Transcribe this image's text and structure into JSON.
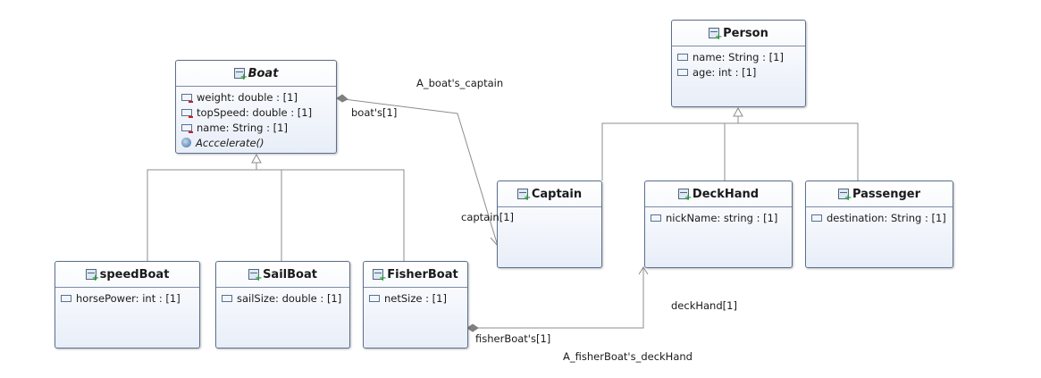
{
  "classes": {
    "boat": {
      "name": "Boat",
      "attributes": [
        "weight: double :  [1]",
        "topSpeed: double :  [1]",
        "name: String :  [1]"
      ],
      "operations": [
        "Acccelerate()"
      ]
    },
    "person": {
      "name": "Person",
      "attributes": [
        "name: String :  [1]",
        "age: int :  [1]"
      ]
    },
    "captain": {
      "name": "Captain"
    },
    "deckhand": {
      "name": "DeckHand",
      "attributes": [
        "nickName: string :  [1]"
      ]
    },
    "passenger": {
      "name": "Passenger",
      "attributes": [
        "destination: String :  [1]"
      ]
    },
    "speedboat": {
      "name": "speedBoat",
      "attributes": [
        "horsePower: int :  [1]"
      ]
    },
    "sailboat": {
      "name": "SailBoat",
      "attributes": [
        "sailSize: double :  [1]"
      ]
    },
    "fisherboat": {
      "name": "FisherBoat",
      "attributes": [
        "netSize :  [1]"
      ]
    }
  },
  "associations": {
    "boat_captain": {
      "name": "A_boat's_captain",
      "source_end": "boat's[1]",
      "target_end": "captain[1]"
    },
    "fisherboat_deckhand": {
      "name": "A_fisherBoat's_deckHand",
      "source_end": "fisherBoat's[1]",
      "target_end": "deckHand[1]"
    }
  },
  "icons": {
    "class": "class-icon",
    "attribute": "attribute-icon",
    "operation": "operation-icon"
  },
  "colors": {
    "border": "#5b6f8c",
    "fill_top": "#ffffff",
    "fill_bottom": "#e8eef8",
    "add_sign": "#1d9b2b",
    "private_marker": "#d11c1c",
    "line": "#888888"
  }
}
